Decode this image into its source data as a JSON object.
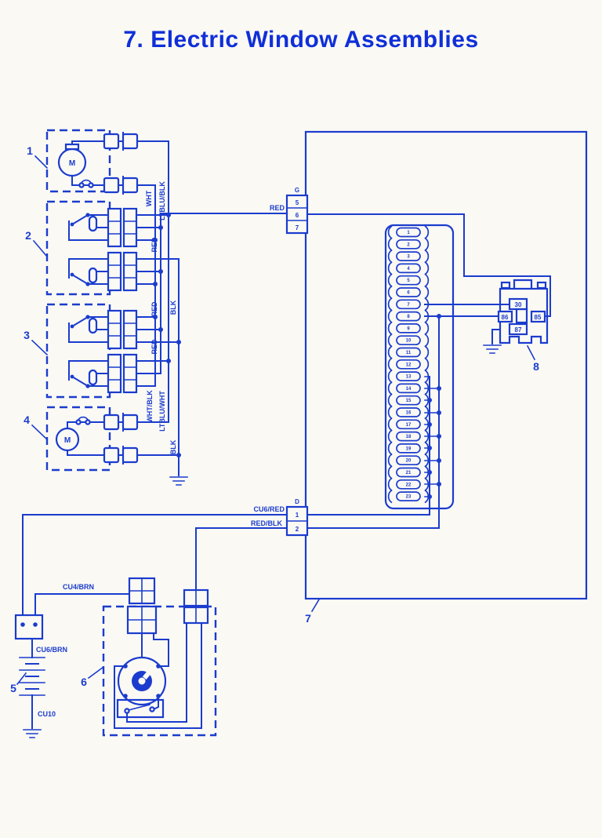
{
  "title": "7. Electric Window Assemblies",
  "colors": {
    "ink": "#1b3cce",
    "title": "#0f2fd8",
    "background": "#faf9f4"
  },
  "labels": {
    "comp1": "1",
    "comp2": "2",
    "comp3": "3",
    "comp4": "4",
    "comp5": "5",
    "comp6": "6",
    "comp7": "7",
    "comp8": "8",
    "motor_front": "M",
    "motor_rear": "M"
  },
  "connector_g": {
    "name": "G",
    "pin5": "5",
    "pin6": "6",
    "pin7": "7"
  },
  "connector_d": {
    "name": "D",
    "pin1": "1",
    "pin2": "2"
  },
  "relay": {
    "t30": "30",
    "t86": "86",
    "t85": "85",
    "t87": "87"
  },
  "wires": {
    "wht": "WHT",
    "ltblu_blk": "LTBLU/BLK",
    "red_feed": "RED",
    "red1": "RED",
    "red2": "RED",
    "red3": "RED",
    "blk1": "BLK",
    "blk2": "BLK",
    "wht_blk": "WHT/BLK",
    "ltblu_wht": "LTBLU/WHT",
    "cu6_red": "CU6/RED",
    "red_blk": "RED/BLK",
    "cu4_brn": "CU4/BRN",
    "cu6_brn": "CU6/BRN",
    "cu10": "CU10"
  },
  "fusebox": {
    "fuses": [
      "1",
      "2",
      "3",
      "4",
      "5",
      "6",
      "7",
      "8",
      "9",
      "10",
      "11",
      "12",
      "13",
      "14",
      "15",
      "16",
      "17",
      "18",
      "19",
      "20",
      "21",
      "22",
      "23"
    ]
  }
}
